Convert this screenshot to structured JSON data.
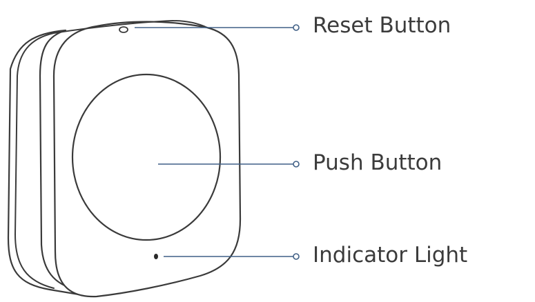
{
  "labels": {
    "reset": "Reset Button",
    "push": "Push Button",
    "indicator": "Indicator Light"
  },
  "colors": {
    "outline": "#3a3a3a",
    "leader_line": "#3f5f85",
    "label_text": "#3b3b3b"
  }
}
